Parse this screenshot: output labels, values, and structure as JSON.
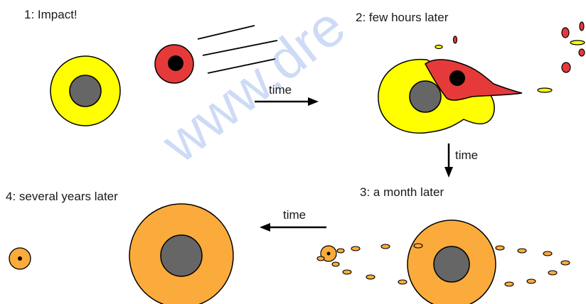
{
  "steps": {
    "s1": "1: Impact!",
    "s2": "2: few hours later",
    "s3": "3: a month later",
    "s4": "4: several years later"
  },
  "arrows": {
    "a1": "time",
    "a2": "time",
    "a3": "time"
  },
  "watermark": "www.dre",
  "colors": {
    "planet_yellow": "#ffff00",
    "core_gray": "#666666",
    "impactor_red": "#e63a3a",
    "impactor_core": "#000000",
    "planet_orange": "#fbab3b",
    "outline": "#000000"
  }
}
